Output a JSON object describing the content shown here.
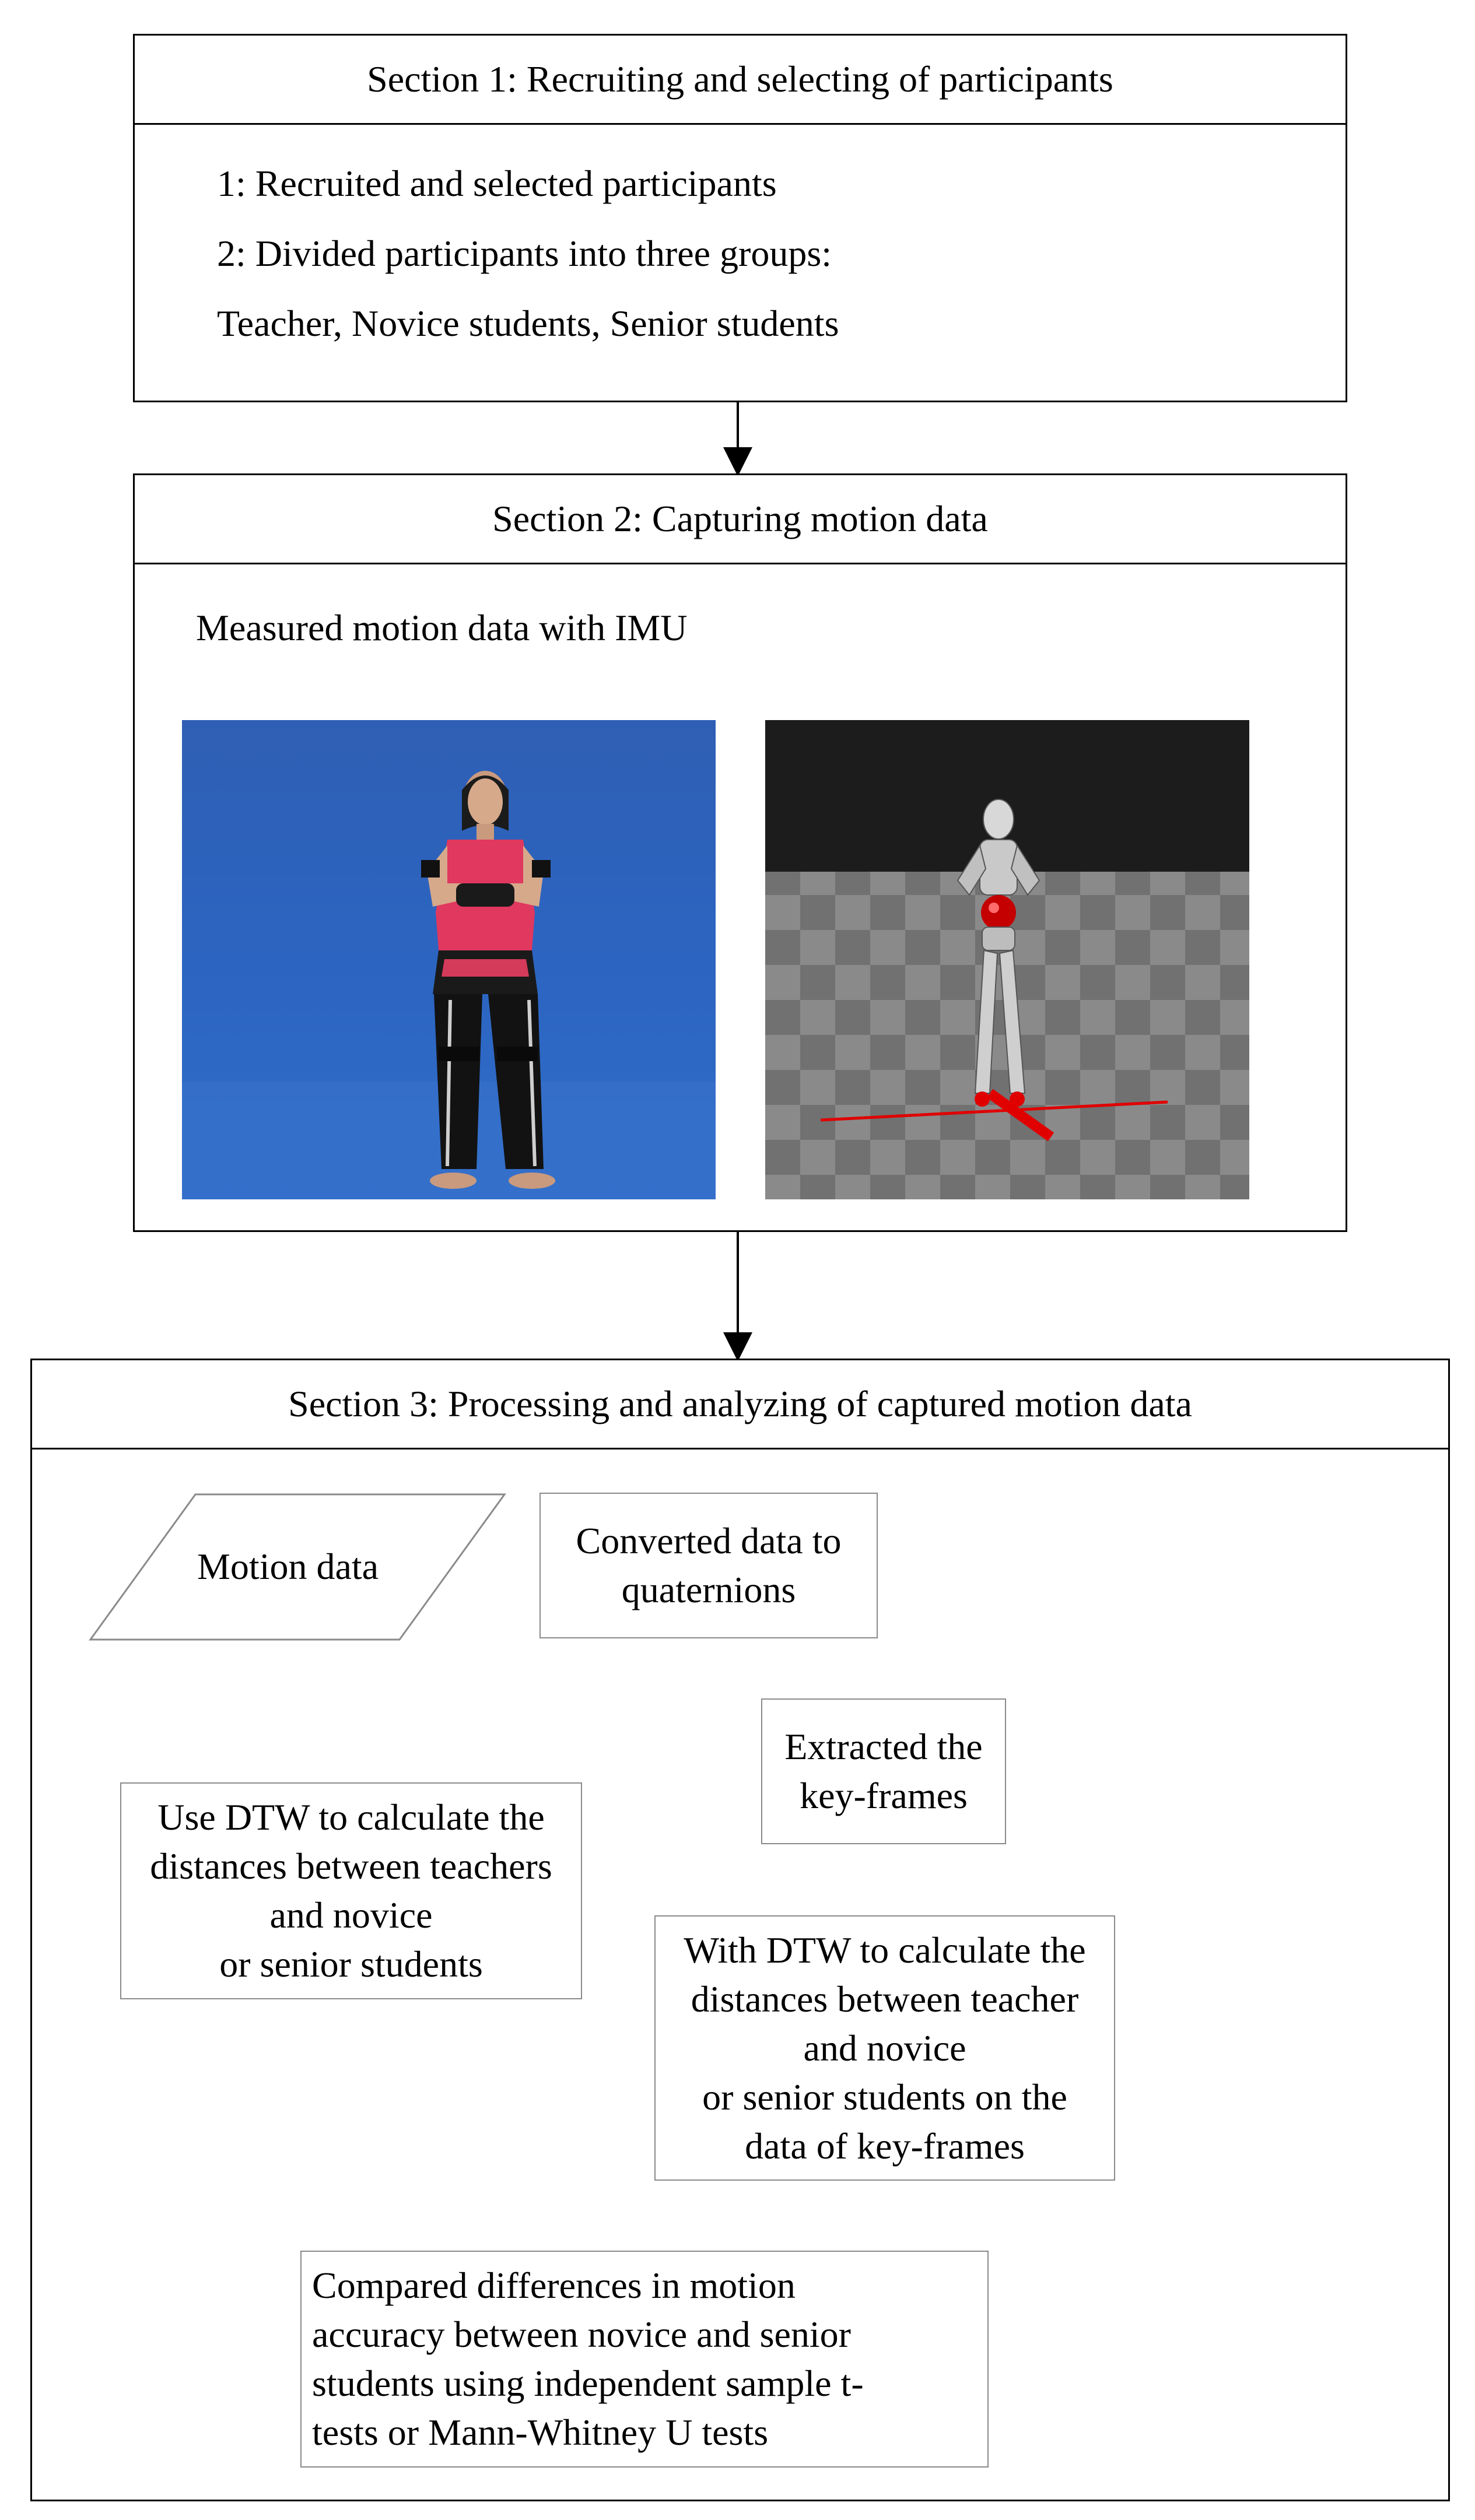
{
  "section1": {
    "title": "Section 1: Recruiting and selecting of participants",
    "lines": [
      "1: Recruited and selected participants",
      "2: Divided participants into three groups:",
      "Teacher, Novice students, Senior students"
    ]
  },
  "section2": {
    "title": "Section 2: Capturing motion data",
    "caption": "Measured motion data with IMU",
    "images": [
      "photo-participant-with-imu-sensors",
      "3d-avatar-rendering-on-checkerboard-floor"
    ]
  },
  "section3": {
    "title": "Section 3: Processing and analyzing of captured motion data",
    "motion_data": "Motion data",
    "convert": "Converted data to\nquaternions",
    "dtw_full": "Use DTW to calculate  the\ndistances between teachers\nand novice\nor senior students",
    "keyframes": "Extracted the\nkey-frames",
    "dtw_key": "With DTW to calculate the\ndistances between teacher\nand novice\nor senior students on the\ndata of key-frames",
    "compare": "Compared differences in motion\naccuracy between novice and senior\nstudents using independent sample t-\ntests or Mann-Whitney U tests"
  },
  "colors": {
    "line": "#000000",
    "node_border": "#8a8a8a",
    "photo_bg": "#2e66c2",
    "render_bg": "#1a1a1a",
    "marker": "#e00000"
  }
}
